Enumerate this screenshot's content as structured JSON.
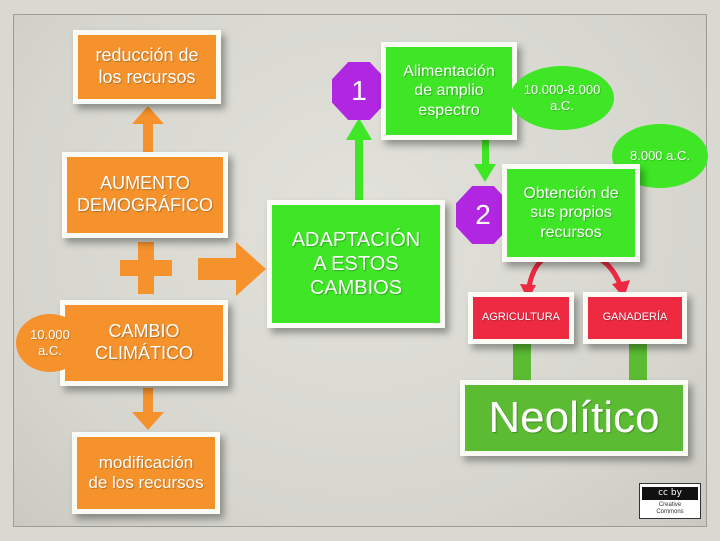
{
  "diagram": {
    "reduccion": "reducción de\nlos recursos",
    "aumento": "AUMENTO\nDEMOGRÁFICO",
    "cambio": "CAMBIO\nCLIMÁTICO",
    "cambio_date": "10.000\na.C.",
    "modificacion": "modificación\nde los recursos",
    "adaptacion": "ADAPTACIÓN\nA ESTOS\nCAMBIOS",
    "badge1": "1",
    "alimentacion": "Alimentación\nde amplio\nespectro",
    "alimentacion_date": "10.000-8.000\na.C.",
    "badge2": "2",
    "obtencion": "Obtención de\nsus propios\nrecursos",
    "obtencion_date": "8.000 a.C.",
    "agricultura": "AGRICULTURA",
    "ganaderia": "GANADERÍA",
    "neolitico": "Neolítico"
  },
  "license": {
    "badge": "cc by",
    "caption": "Creative\nCommons"
  },
  "colors": {
    "orange": "#f5922c",
    "green": "#3fe626",
    "purple": "#b126e0",
    "red": "#ee2a43",
    "dark_green": "#5bbb33"
  }
}
